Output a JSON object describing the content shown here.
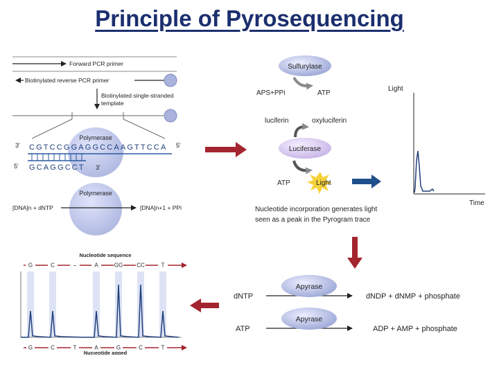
{
  "title": "Principle of Pyrosequencing",
  "panel1": {
    "forward_primer": "Forward PCR primer",
    "reverse_primer": "Biotinylated reverse PCR primer",
    "template_label_1": "Biotinylated single-stranded",
    "template_label_2": "template",
    "polymerase_1": "Polymerase",
    "strand_top_5": "3'",
    "strand_top_seq": "CGTCCGGAGGCCAAGTTCCA",
    "strand_top_3": "5'",
    "strand_bottom_5": "5'",
    "strand_bottom_seq": "GCAGGCCT",
    "strand_bottom_3": "3'",
    "polymerase_2": "Polymerase",
    "reaction_left": "[DNA]n + dNTP",
    "reaction_right": "[DNA]n+1 + PPi"
  },
  "panel2": {
    "sulfurylase": "Sulfurylase",
    "aps_ppi": "APS+PPi",
    "atp_1": "ATP",
    "luciferin": "luciferin",
    "oxyluciferin": "oxyluciferin",
    "luciferase": "Luciferase",
    "atp_2": "ATP",
    "light": "Light",
    "caption_1": "Nucleotide incorporation generates light",
    "caption_2": "seen as a peak in the Pyrogram trace"
  },
  "panel3": {
    "y_label": "Light",
    "x_label": "Time"
  },
  "panel4": {
    "reaction1_left": "dNTP",
    "reaction1_enzyme": "Apyrase",
    "reaction1_right": "dNDP + dNMP + phosphate",
    "reaction2_left": "ATP",
    "reaction2_enzyme": "Apyrase",
    "reaction2_right": "ADP + AMP + phosphate"
  },
  "panel5": {
    "top_label": "Nucleotide sequence",
    "bottom_label": "Nucleotide added",
    "top_letters": [
      "G",
      "C",
      "–",
      "A",
      "GG",
      "CC",
      "T"
    ],
    "bottom_letters": [
      "G",
      "C",
      "T",
      "A",
      "G",
      "C",
      "T"
    ],
    "peak_heights": [
      1,
      1,
      0,
      1,
      2,
      2,
      1
    ]
  },
  "colors": {
    "title": "#1b2f6e",
    "red_arrow": "#a3252f",
    "blue_arrow": "#1f4e8c",
    "enzyme": "#a9b3dd",
    "luciferase": "#d6c6ee",
    "peak_band": "#dde3f4",
    "trace": "#1f3f7a"
  }
}
